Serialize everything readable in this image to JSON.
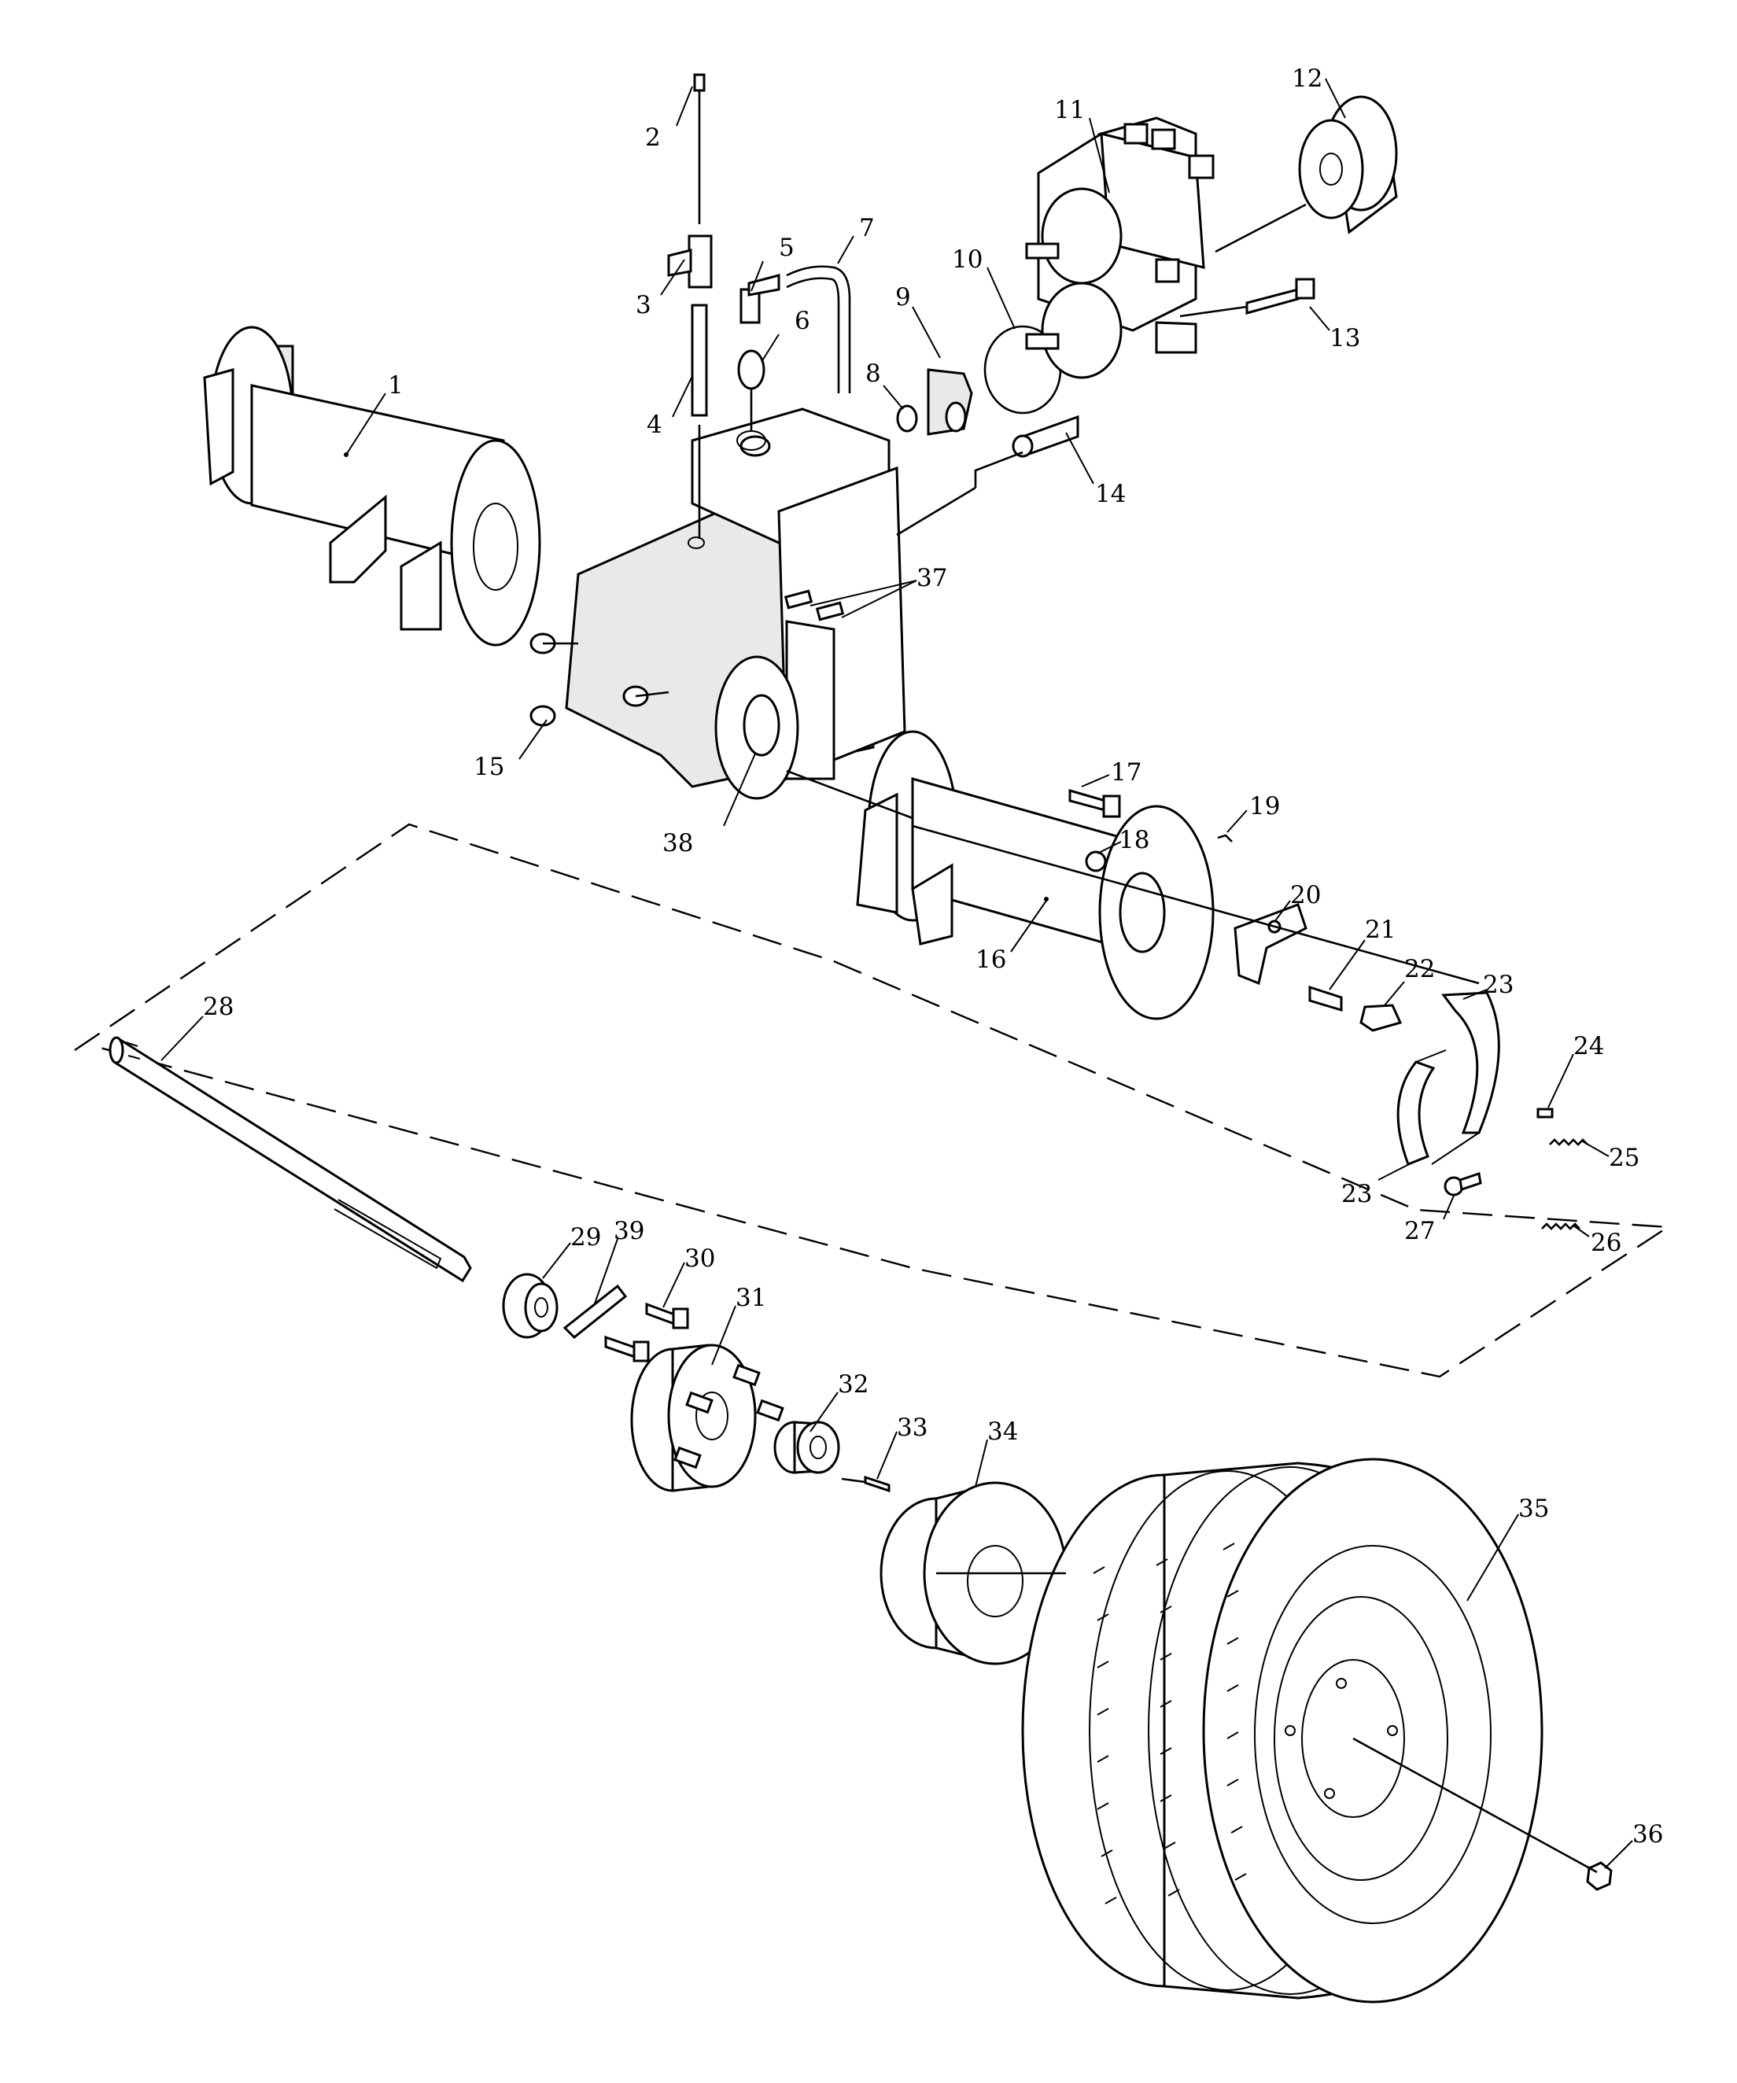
{
  "diagram": {
    "callouts": [
      {
        "id": "1",
        "label": "1"
      },
      {
        "id": "2",
        "label": "2"
      },
      {
        "id": "3",
        "label": "3"
      },
      {
        "id": "4",
        "label": "4"
      },
      {
        "id": "5",
        "label": "5"
      },
      {
        "id": "6",
        "label": "6"
      },
      {
        "id": "7",
        "label": "7"
      },
      {
        "id": "8",
        "label": "8"
      },
      {
        "id": "9",
        "label": "9"
      },
      {
        "id": "10",
        "label": "10"
      },
      {
        "id": "11",
        "label": "11"
      },
      {
        "id": "12",
        "label": "12"
      },
      {
        "id": "13",
        "label": "13"
      },
      {
        "id": "14",
        "label": "14"
      },
      {
        "id": "15",
        "label": "15"
      },
      {
        "id": "16",
        "label": "16"
      },
      {
        "id": "17",
        "label": "17"
      },
      {
        "id": "18",
        "label": "18"
      },
      {
        "id": "19",
        "label": "19"
      },
      {
        "id": "20",
        "label": "20"
      },
      {
        "id": "21",
        "label": "21"
      },
      {
        "id": "22",
        "label": "22"
      },
      {
        "id": "23a",
        "label": "23"
      },
      {
        "id": "23b",
        "label": "23"
      },
      {
        "id": "24",
        "label": "24"
      },
      {
        "id": "25",
        "label": "25"
      },
      {
        "id": "26",
        "label": "26"
      },
      {
        "id": "27",
        "label": "27"
      },
      {
        "id": "28",
        "label": "28"
      },
      {
        "id": "29",
        "label": "29"
      },
      {
        "id": "30",
        "label": "30"
      },
      {
        "id": "31",
        "label": "31"
      },
      {
        "id": "32",
        "label": "32"
      },
      {
        "id": "33",
        "label": "33"
      },
      {
        "id": "34",
        "label": "34"
      },
      {
        "id": "35",
        "label": "35"
      },
      {
        "id": "36",
        "label": "36"
      },
      {
        "id": "37",
        "label": "37"
      },
      {
        "id": "38",
        "label": "38"
      },
      {
        "id": "39",
        "label": "39"
      }
    ]
  }
}
